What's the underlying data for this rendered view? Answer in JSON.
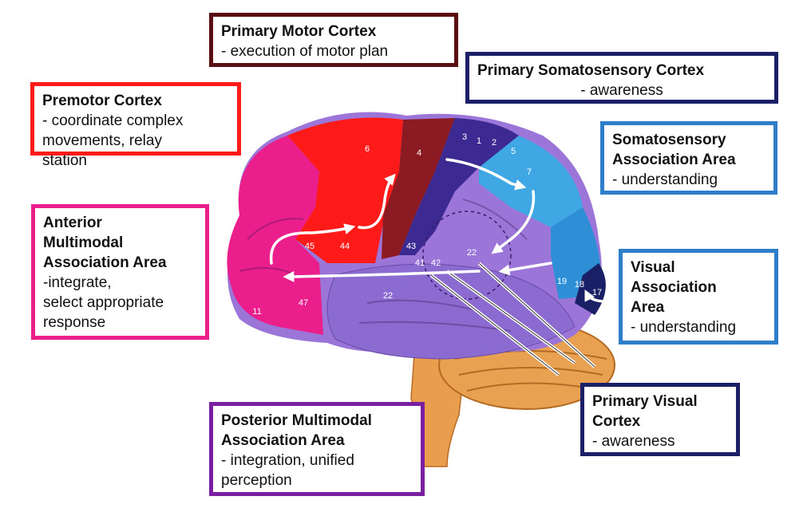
{
  "colors": {
    "primary_motor": "#8b1a22",
    "premotor": "#ff1a1a",
    "anterior_multimodal": "#ea1f8c",
    "primary_somatosensory": "#2b2a78",
    "somatosensory_association": "#2e7ec9",
    "visual_association": "#2e7ec9",
    "primary_visual": "#1b1f66",
    "posterior_multimodal": "#7a1fa2"
  },
  "labels": {
    "primary_motor": {
      "title": "Primary Motor Cortex",
      "desc": "- execution of motor plan"
    },
    "primary_somatosensory": {
      "title": "Primary Somatosensory Cortex",
      "desc": "- awareness"
    },
    "premotor": {
      "title": "Premotor Cortex",
      "desc": "- coordinate complex\nmovements, relay\nstation"
    },
    "somatosensory_association": {
      "title": "Somatosensory\nAssociation Area",
      "desc": "- understanding"
    },
    "anterior_multimodal": {
      "title": "Anterior\nMultimodal\nAssociation Area",
      "desc": "-integrate,\nselect appropriate\nresponse"
    },
    "visual_association": {
      "title": "Visual\nAssociation\nArea",
      "desc": "- understanding"
    },
    "primary_visual": {
      "title": "Primary Visual\nCortex",
      "desc": "- awareness"
    },
    "posterior_multimodal": {
      "title": "Posterior Multimodal\nAssociation Area",
      "desc": "- integration, unified\nperception"
    }
  },
  "brodmann_areas": [
    "6",
    "4",
    "3",
    "1",
    "2",
    "5",
    "7",
    "43",
    "45",
    "44",
    "47",
    "11",
    "41",
    "42",
    "22",
    "22",
    "19",
    "18",
    "17"
  ]
}
